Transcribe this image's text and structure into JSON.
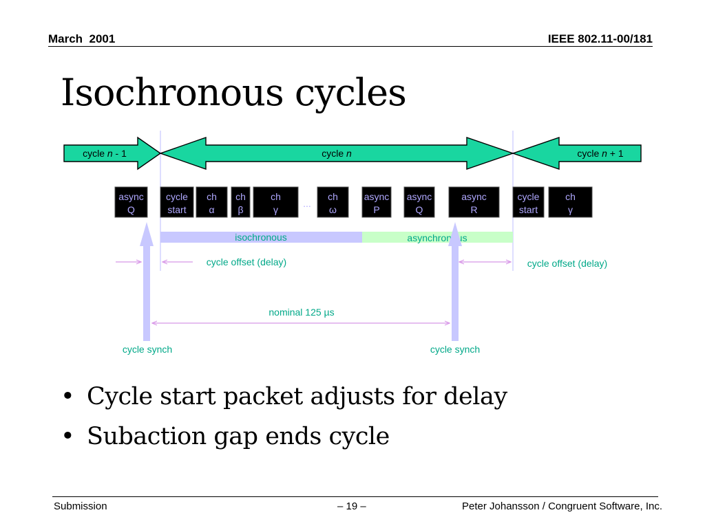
{
  "header": {
    "left": "March  2001",
    "right": "IEEE 802.11-00/181"
  },
  "title": "Isochronous cycles",
  "diagram": {
    "arrows": {
      "prev": {
        "pre": "cycle ",
        "var": "n",
        "post": " - 1"
      },
      "curr": {
        "pre": "cycle ",
        "var": "n",
        "post": ""
      },
      "next": {
        "pre": "cycle ",
        "var": "n",
        "post": " + 1"
      }
    },
    "packets": [
      {
        "line1": "async",
        "line2": "Q"
      },
      {
        "line1": "cycle",
        "line2": "start"
      },
      {
        "line1": "ch",
        "line2": "α"
      },
      {
        "line1": "ch",
        "line2": "β"
      },
      {
        "line1": "ch",
        "line2": "γ"
      },
      {
        "line1": "ch",
        "line2": "ω"
      },
      {
        "line1": "async",
        "line2": "P"
      },
      {
        "line1": "async",
        "line2": "Q"
      },
      {
        "line1": "async",
        "line2": "R"
      },
      {
        "line1": "cycle",
        "line2": "start"
      },
      {
        "line1": "ch",
        "line2": "γ"
      }
    ],
    "ellipsis": "...",
    "isochronous_label": "isochronous",
    "asynchronous_label": "asynchronous",
    "offset_label_left": "cycle offset (delay)",
    "offset_label_right": "cycle offset (delay)",
    "nominal_label": "nominal 125 µs",
    "synch_label_left": "cycle synch",
    "synch_label_right": "cycle synch",
    "colors": {
      "arrow_fill": "#19d6a0",
      "packet_fill": "#000000",
      "packet_text": "#b0a8ff",
      "iso_bar": "#c8c8ff",
      "async_bar": "#c8ffc8",
      "label_text": "#00a888",
      "offset_arrow": "#d898e8",
      "synch_arrow": "#c8c8ff"
    }
  },
  "bullets": [
    "Cycle start packet adjusts for delay",
    "Subaction gap ends cycle"
  ],
  "footer": {
    "left": "Submission",
    "center": "– 19 –",
    "right": "Peter Johansson / Congruent Software, Inc."
  }
}
